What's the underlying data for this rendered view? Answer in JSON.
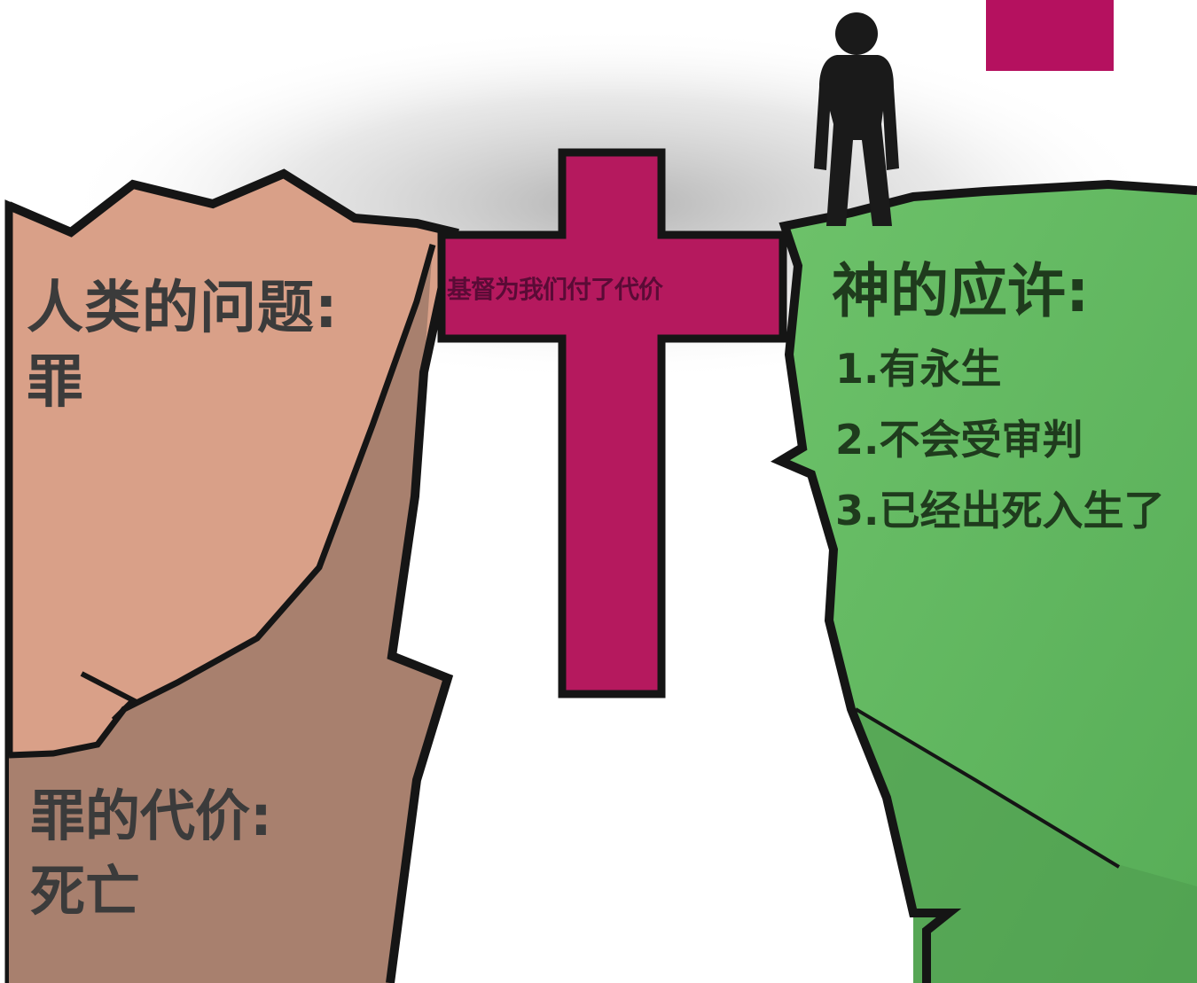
{
  "left_cliff": {
    "problem_title": "人类的问题:",
    "problem_text": "罪",
    "cost_title": "罪的代价:",
    "cost_text": "死亡"
  },
  "cross": {
    "label": "基督为我们付了代价"
  },
  "right_cliff": {
    "promise_title": "神的应许:",
    "promises": [
      "1.有永生",
      "2.不会受审判",
      "3.已经出死入生了"
    ]
  },
  "colors": {
    "left_cliff_light": "#d9a088",
    "left_cliff_shadow": "#a8806e",
    "right_cliff": "#66bb66",
    "right_cliff_shadow": "#4e9a4e",
    "cross": "#b5195e",
    "corner_block": "#b5115f",
    "person": "#1a1a1a"
  },
  "icons": {
    "person": "standing-person-icon",
    "cross": "cross-icon"
  }
}
